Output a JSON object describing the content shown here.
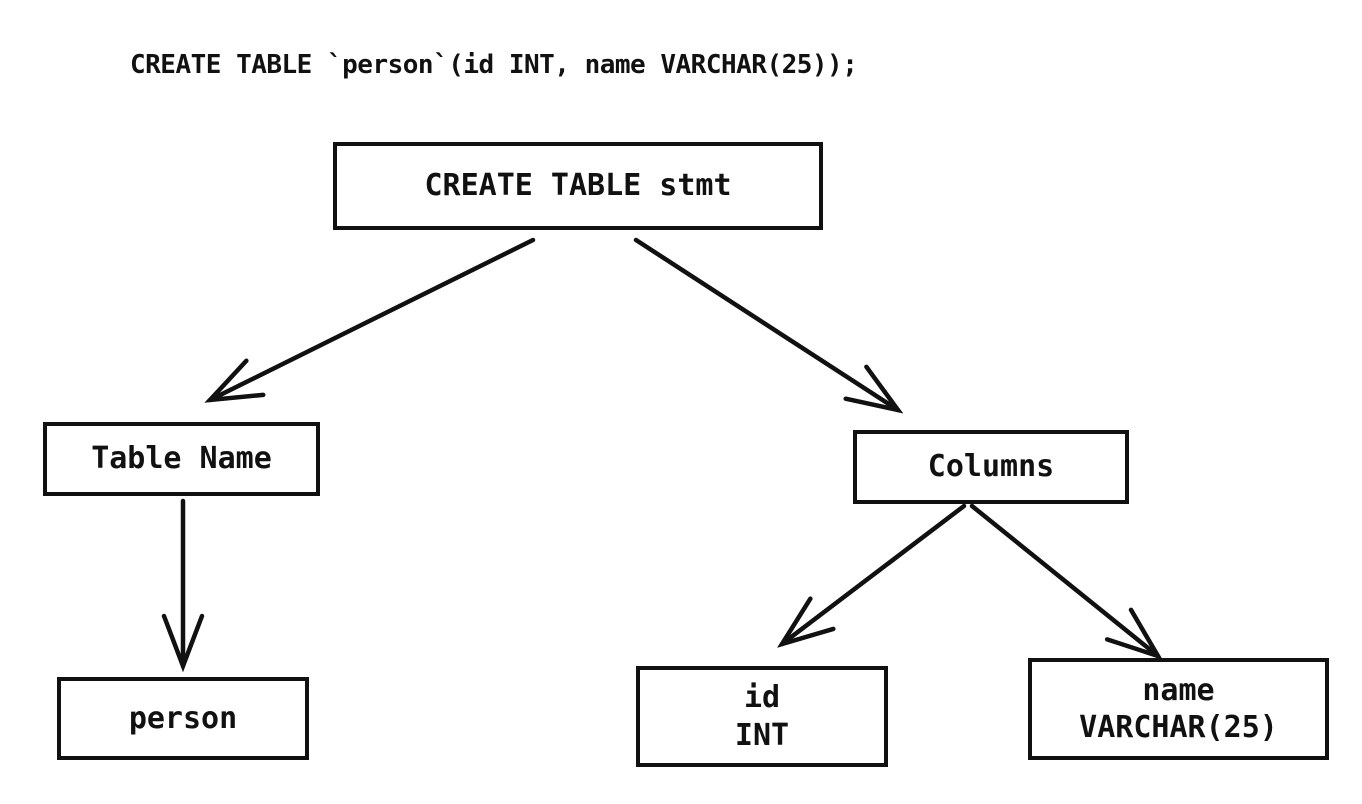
{
  "page": {
    "background_color": "#ffffff",
    "ink_color": "#111111"
  },
  "header": {
    "sql_statement": "CREATE TABLE `person`(id INT, name VARCHAR(25));"
  },
  "diagram": {
    "nodes": {
      "root": {
        "label": "CREATE TABLE stmt"
      },
      "table_name": {
        "label": "Table Name"
      },
      "columns": {
        "label": "Columns"
      },
      "person": {
        "label": "person"
      },
      "id_col": {
        "line1": "id",
        "line2": "INT"
      },
      "name_col": {
        "line1": "name",
        "line2": "VARCHAR(25)"
      }
    },
    "edges": [
      {
        "from": "CREATE TABLE stmt",
        "to": "Table Name"
      },
      {
        "from": "CREATE TABLE stmt",
        "to": "Columns"
      },
      {
        "from": "Table Name",
        "to": "person"
      },
      {
        "from": "Columns",
        "to": "id INT"
      },
      {
        "from": "Columns",
        "to": "name VARCHAR(25)"
      }
    ]
  }
}
